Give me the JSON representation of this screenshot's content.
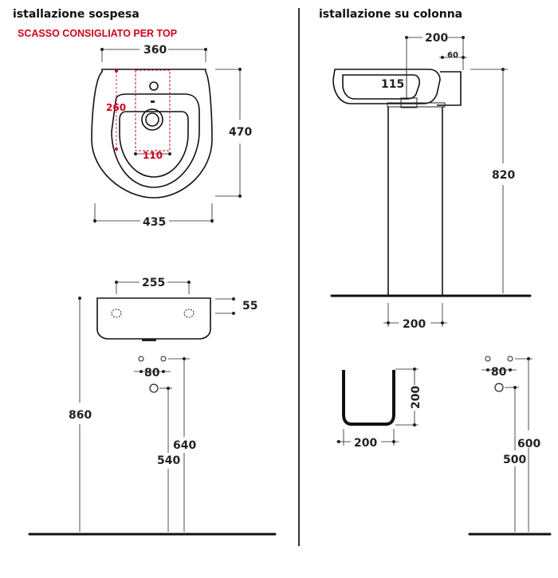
{
  "titles": {
    "wall": "istallazione sospesa",
    "pedestal": "istallazione su colonna"
  },
  "note": "SCASSO CONSIGLIATO PER TOP",
  "colors": {
    "line": "#222222",
    "accent": "#d0021b"
  },
  "dims": {
    "top_width": "360",
    "depth": "470",
    "overall_width": "435",
    "cutout_height": "260",
    "cutout_width": "110",
    "bracket_spacing": "255",
    "front_thickness": "55",
    "wall_height": "860",
    "wall_supply_spacing": "80",
    "wall_supply_height": "640",
    "wall_drain_height": "540",
    "side_depth": "200",
    "side_rear": "60",
    "side_overflow": "115",
    "pedestal_height": "820",
    "pedestal_width": "200",
    "semi_height": "200",
    "semi_width": "200",
    "col_supply_spacing": "80",
    "col_supply_height": "600",
    "col_drain_height": "500"
  }
}
